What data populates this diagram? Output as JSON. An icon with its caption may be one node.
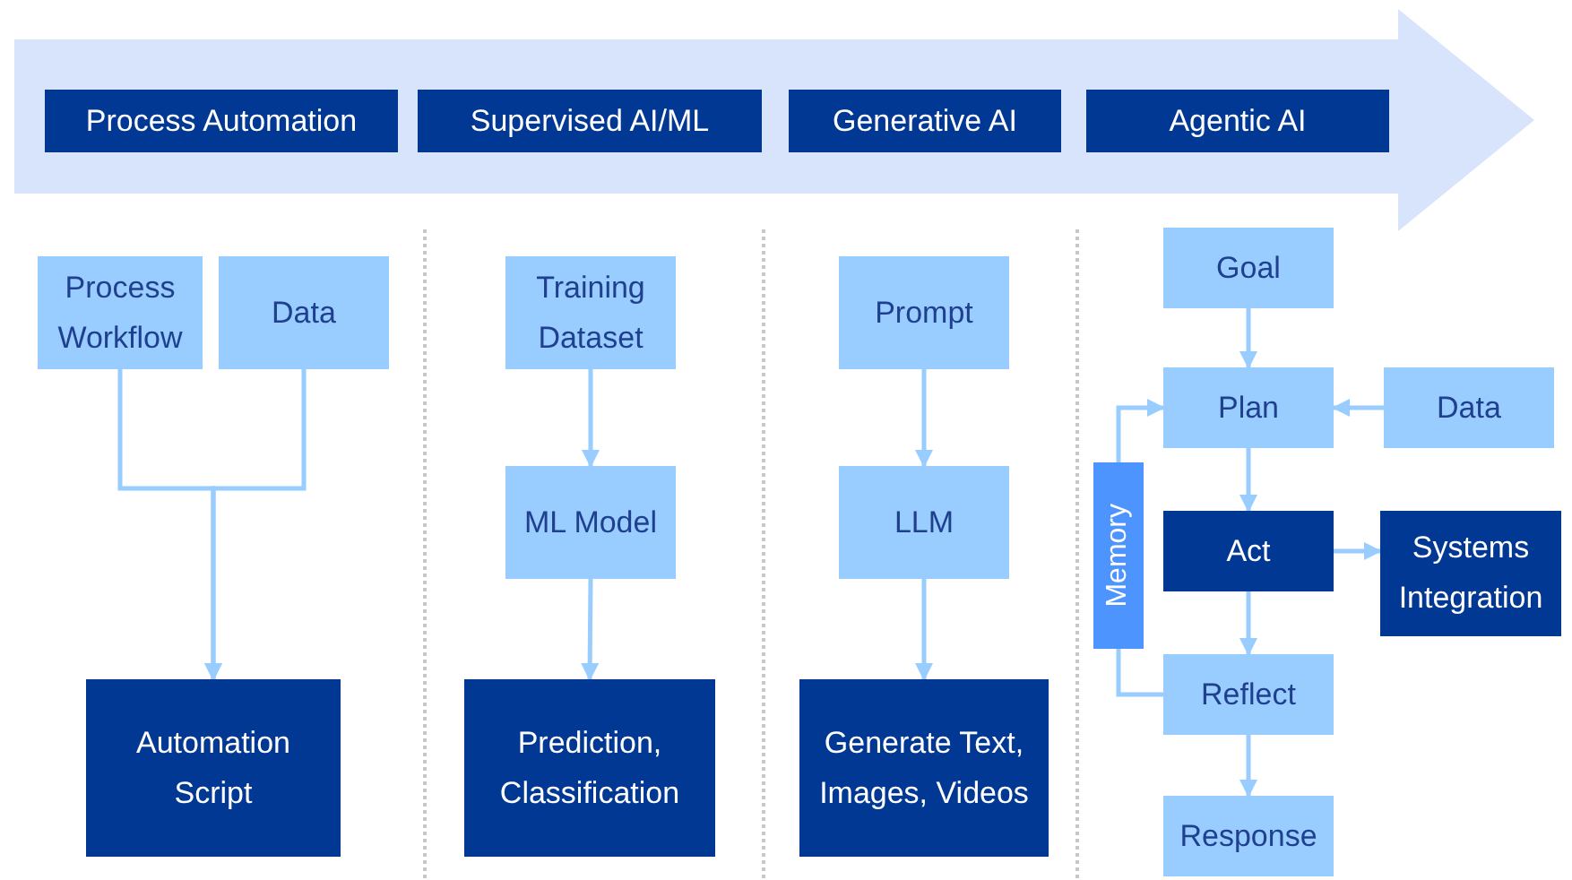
{
  "diagram": {
    "nodes": [
      {
        "text": [],
        "shape": "arrow"
      },
      {
        "text": [
          "Process Automation"
        ],
        "in": 0
      },
      {
        "text": [
          "Supervised AI/ML"
        ],
        "in": 0
      },
      {
        "text": [
          "Generative AI"
        ],
        "in": 0
      },
      {
        "text": [
          "Agentic AI"
        ],
        "in": 0
      },
      {
        "text": [
          "Process Workflow"
        ]
      },
      {
        "text": [
          "Data"
        ]
      },
      {
        "text": [
          "Automation Script"
        ]
      },
      {
        "text": [
          "Training Dataset"
        ]
      },
      {
        "text": [
          "ML Model"
        ]
      },
      {
        "text": [
          "Prediction, Classification"
        ]
      },
      {
        "text": [
          "Prompt"
        ]
      },
      {
        "text": [
          "LLM"
        ]
      },
      {
        "text": [
          "Generate Text, Images, Videos"
        ]
      },
      {
        "text": [
          "Goal"
        ]
      },
      {
        "text": [
          "Plan"
        ]
      },
      {
        "text": [
          "Data"
        ]
      },
      {
        "text": [
          "Act"
        ]
      },
      {
        "text": [
          "Systems Integration"
        ]
      },
      {
        "text": [
          "Memory"
        ]
      },
      {
        "text": [
          "Reflect"
        ]
      },
      {
        "text": [
          "Response"
        ]
      }
    ],
    "edges": [
      {
        "from": 5,
        "to": 7,
        "arrow": "to"
      },
      {
        "from": 6,
        "to": 7,
        "arrow": "to"
      },
      {
        "from": 8,
        "to": 9,
        "arrow": "to"
      },
      {
        "from": 9,
        "to": 10,
        "arrow": "to"
      },
      {
        "from": 11,
        "to": 12,
        "arrow": "to"
      },
      {
        "from": 12,
        "to": 13,
        "arrow": "to"
      },
      {
        "from": 14,
        "to": 15,
        "arrow": "to"
      },
      {
        "from": 16,
        "to": 15,
        "arrow": "to"
      },
      {
        "from": 15,
        "to": 17,
        "arrow": "to"
      },
      {
        "from": 17,
        "to": 18,
        "arrow": "to"
      },
      {
        "from": 17,
        "to": 20,
        "arrow": "to"
      },
      {
        "from": 20,
        "to": 21,
        "arrow": "to"
      },
      {
        "from": 20,
        "to": 19,
        "arrow": "none"
      },
      {
        "from": 19,
        "to": 15,
        "arrow": "to"
      }
    ]
  }
}
